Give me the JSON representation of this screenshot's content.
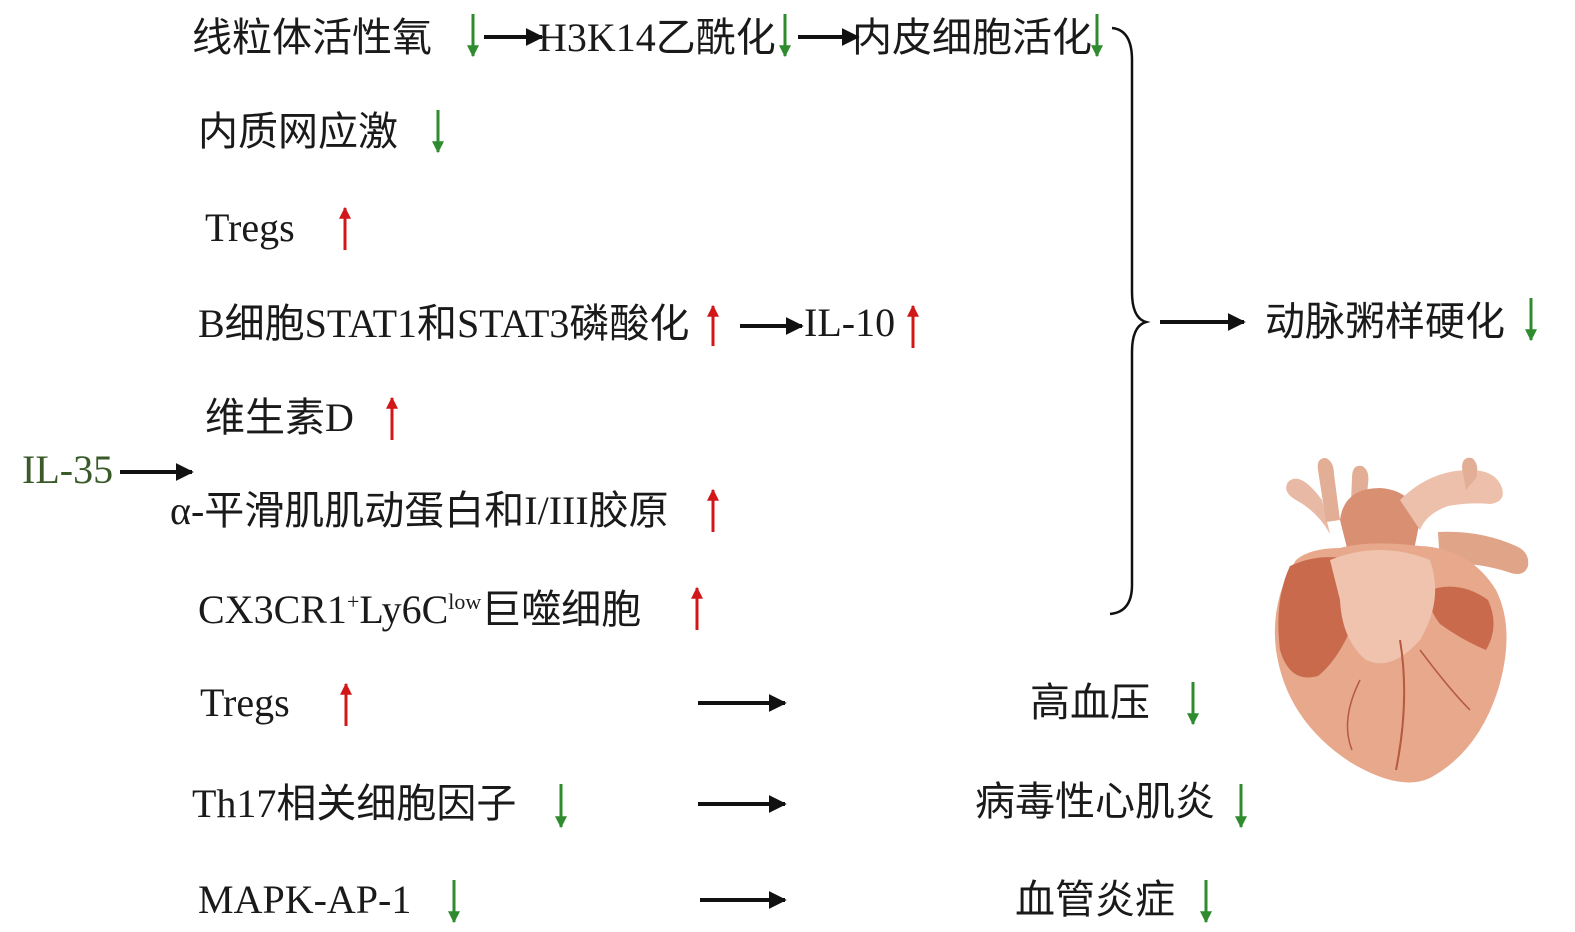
{
  "source": "IL-35",
  "colors": {
    "up": "#d01818",
    "down": "#2e8b2e",
    "arrow": "#111111",
    "source_text": "#3a5a2a"
  },
  "chain1": [
    "线粒体活性氧",
    "H3K14乙酰化",
    "内皮细胞活化"
  ],
  "er_stress": "内质网应激",
  "tregs": "Tregs",
  "bcell_a": "B细胞STAT1和STAT3磷酸化",
  "il10": "IL-10",
  "vitd": "维生素D",
  "smooth": "α-平滑肌肌动蛋白和I/III胶原",
  "macro": {
    "pre": "CX3CR1",
    "sup1": "+",
    "mid": "Ly6C",
    "sup2": "low",
    "post": "巨噬细胞"
  },
  "outcome_main": "动脉粥样硬化",
  "tregs2": "Tregs",
  "th17": "Th17相关细胞因子",
  "mapk": "MAPK-AP-1",
  "out_hyper": "高血压",
  "out_myo": "病毒性心肌炎",
  "out_vasc": "血管炎症",
  "heart_icon": "heart-icon"
}
